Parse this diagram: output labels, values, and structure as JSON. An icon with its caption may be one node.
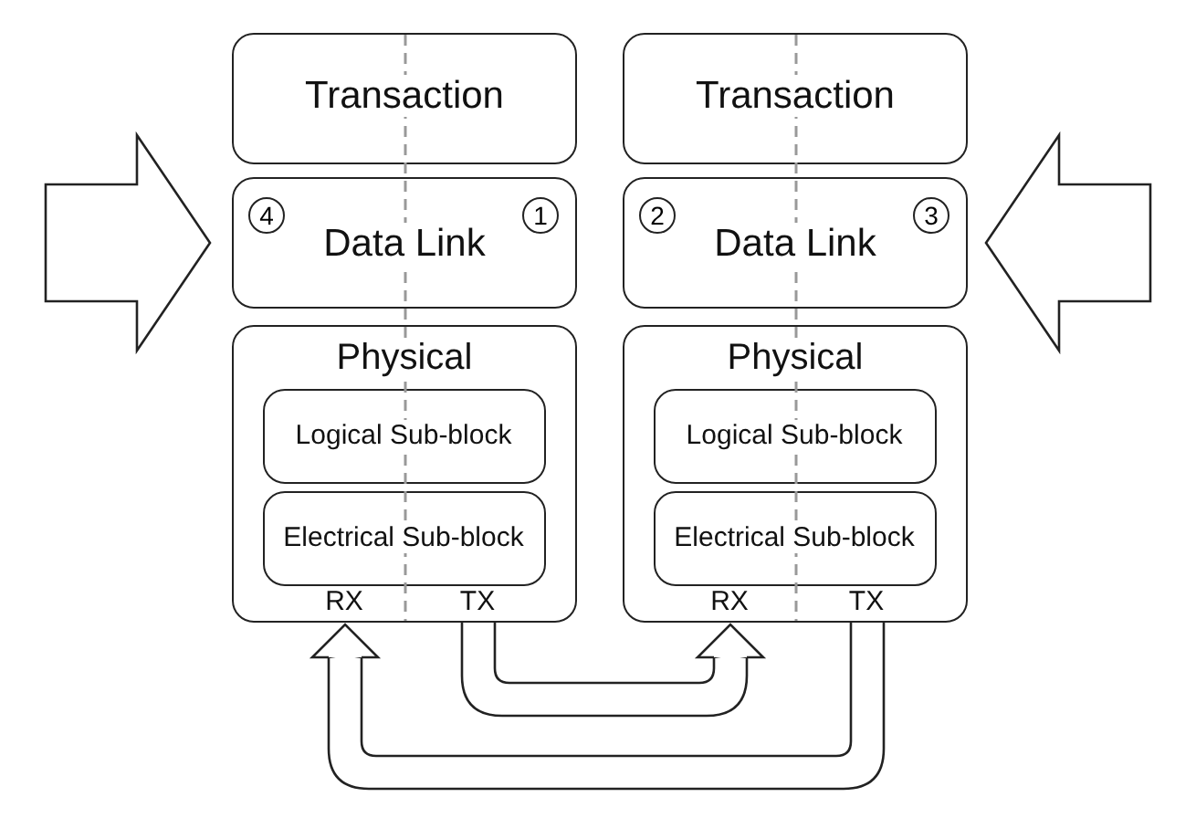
{
  "diagram": {
    "nodes": [
      {
        "text": [
          "Transaction"
        ]
      },
      {
        "text": [
          "Data Link"
        ]
      },
      {
        "text": [
          "Physical"
        ]
      },
      {
        "text": [
          "Logical Sub-block"
        ],
        "in": 2
      },
      {
        "text": [
          "Electrical Sub-block"
        ],
        "in": 2
      },
      {
        "text": [
          "RX"
        ],
        "in": 2
      },
      {
        "text": [
          "TX"
        ],
        "in": 2
      },
      {
        "text": [
          "Transaction"
        ]
      },
      {
        "text": [
          "Data Link"
        ]
      },
      {
        "text": [
          "Physical"
        ]
      },
      {
        "text": [
          "Logical Sub-block"
        ],
        "in": 9
      },
      {
        "text": [
          "Electrical Sub-block"
        ],
        "in": 9
      },
      {
        "text": [
          "RX"
        ],
        "in": 9
      },
      {
        "text": [
          "TX"
        ],
        "in": 9
      }
    ],
    "edges": [
      {
        "from": 6,
        "to": 12,
        "arrow": "to"
      },
      {
        "from": 13,
        "to": 5,
        "arrow": "to"
      },
      {
        "from": null,
        "to": 1,
        "arrow": "to"
      },
      {
        "from": null,
        "to": 8,
        "arrow": "to"
      }
    ],
    "labels": [
      "4",
      "1",
      "2",
      "3"
    ]
  }
}
